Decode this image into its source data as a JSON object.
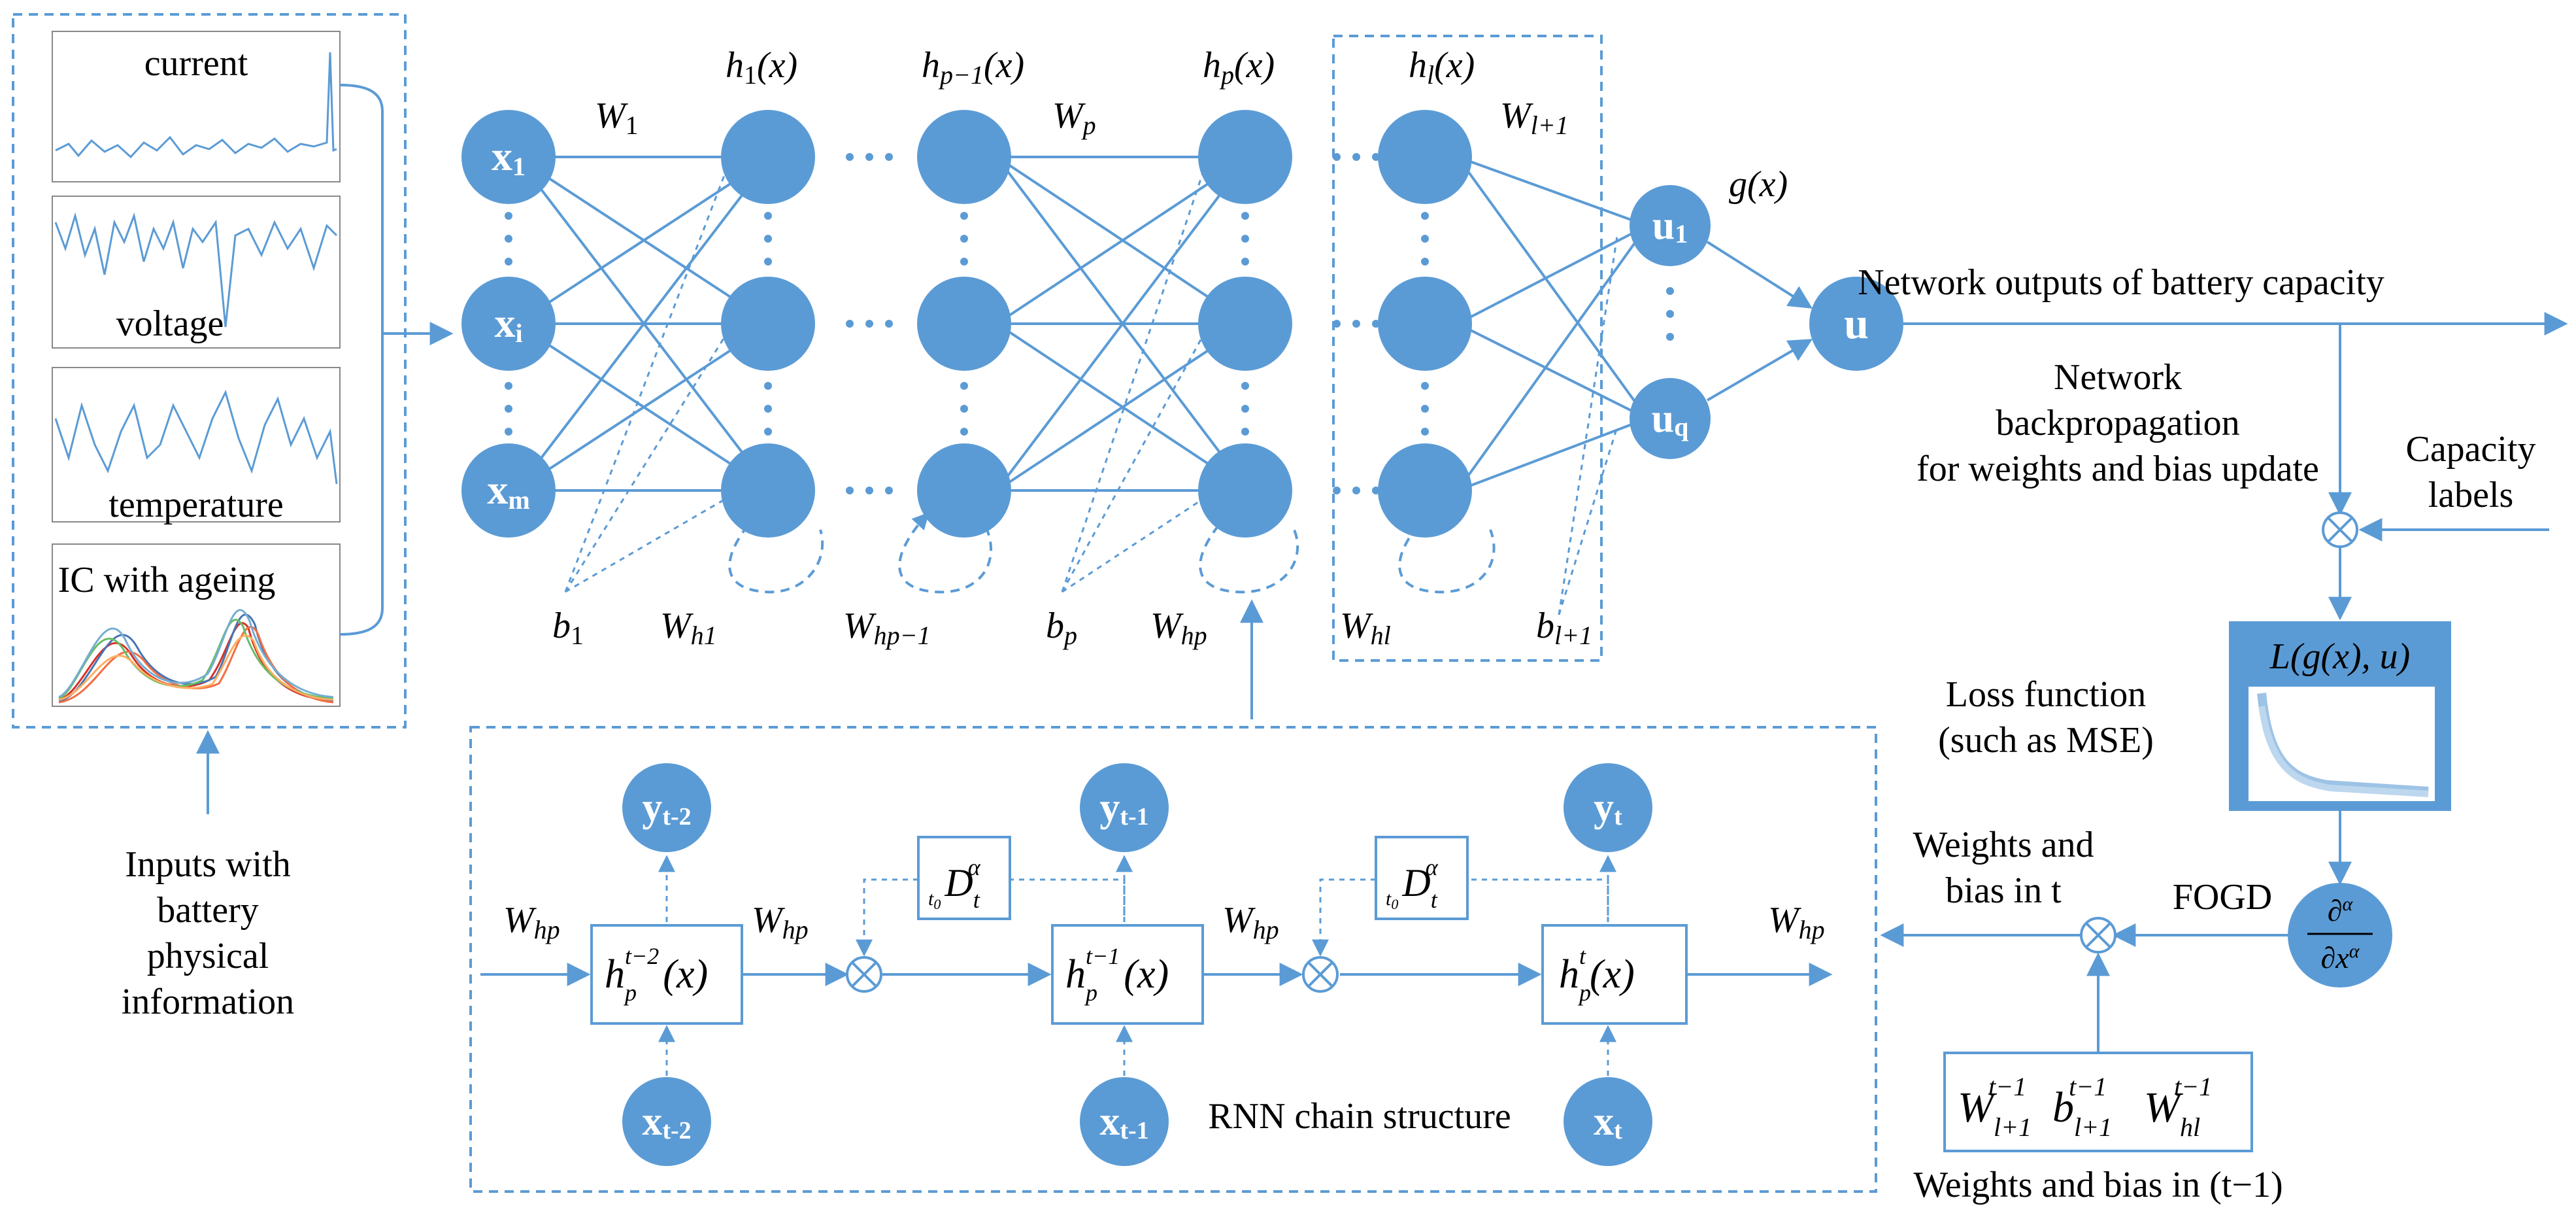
{
  "inputs_panel": {
    "charts": [
      "current",
      "voltage",
      "temperature",
      "IC with ageing"
    ],
    "caption_lines": [
      "Inputs with",
      "battery",
      "physical",
      "information"
    ]
  },
  "network": {
    "input_nodes": [
      "x",
      "x",
      "x"
    ],
    "input_subs": [
      "1",
      "i",
      "m"
    ],
    "layer_labels": [
      "h",
      "h",
      "h",
      "h"
    ],
    "layer_subs": [
      "1",
      "p−1",
      "p",
      "l"
    ],
    "layer_args": [
      "(x)",
      "(x)",
      "(x)",
      "(x)"
    ],
    "weights": {
      "w1": "W",
      "w1_sub": "1",
      "wp": "W",
      "wp_sub": "p",
      "wl1": "W",
      "wl1_sub": "l+1"
    },
    "biases": {
      "b1": "b",
      "b1_sub": "1",
      "bp": "b",
      "bp_sub": "p",
      "bl1": "b",
      "bl1_sub": "l+1"
    },
    "recurrent_weights": {
      "wh1": "W",
      "wh1_sub": "h1",
      "whp1": "W",
      "whp1_sub": "hp−1",
      "whp": "W",
      "whp_sub": "hp",
      "whl": "W",
      "whl_sub": "hl"
    },
    "output_nodes": [
      "u",
      "u"
    ],
    "output_subs": [
      "1",
      "q"
    ],
    "final_node": "u",
    "gx_label": "g(x)"
  },
  "right_panel": {
    "network_outputs": "Network outputs of battery capacity",
    "backprop_lines": [
      "Network",
      "backpropagation",
      "for weights and bias update"
    ],
    "capacity_labels_lines": [
      "Capacity",
      "labels"
    ],
    "loss_title": "L(g(x), u)",
    "loss_lines": [
      "Loss function",
      "(such as MSE)"
    ],
    "fogd": "FOGD",
    "weights_t_lines": [
      "Weights and",
      "bias in t"
    ],
    "weights_prev": "Weights and bias in (t−1)"
  },
  "rnn": {
    "outputs": [
      "y",
      "y",
      "y"
    ],
    "output_subs": [
      "t-2",
      "t-1",
      "t"
    ],
    "inputs": [
      "x",
      "x",
      "x"
    ],
    "input_subs": [
      "t-2",
      "t-1",
      "t"
    ],
    "hidden_sups": [
      "t−2",
      "t−1",
      "t"
    ],
    "whp_label": "W",
    "whp_sub": "hp",
    "caption": "RNN chain structure",
    "d_operator": "D",
    "d_sup": "α",
    "d_sub": "t",
    "d_presub": "t",
    "d_presub_sub": "0"
  }
}
